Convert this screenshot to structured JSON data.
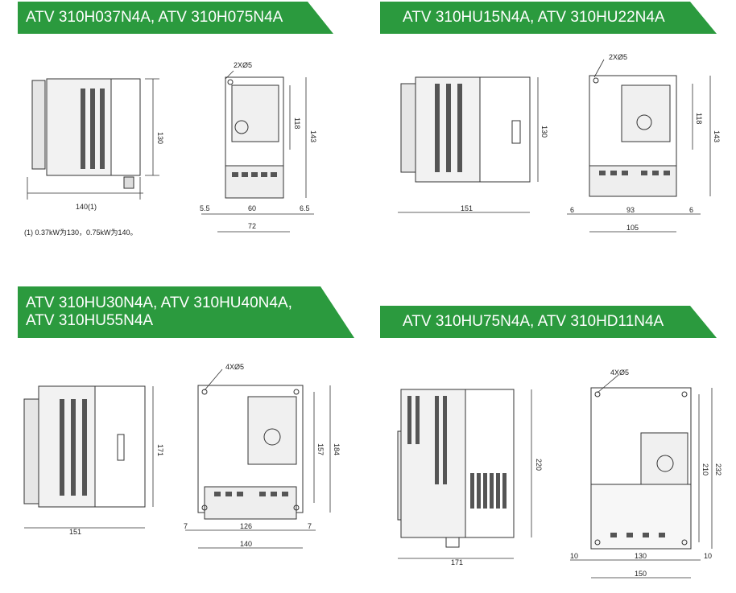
{
  "colors": {
    "banner_green": "#2b9a3e",
    "line": "#333333",
    "grey": "#9a9a9a"
  },
  "sections": [
    {
      "title": "ATV 310H037N4A, ATV 310H075N4A",
      "holes": "2XØ5",
      "side_width": "140(1)",
      "side_height": "130",
      "front_inner_height": "118",
      "front_height": "143",
      "left_margin": "5.5",
      "hole_span": "60",
      "right_margin": "6.5",
      "front_width": "72",
      "footnote": "(1) 0.37kW为130，0.75kW为140。"
    },
    {
      "title": "ATV 310HU15N4A, ATV 310HU22N4A",
      "holes": "2XØ5",
      "side_width": "151",
      "side_height": "130",
      "front_inner_height": "118",
      "front_height": "143",
      "left_margin": "6",
      "hole_span": "93",
      "right_margin": "6",
      "front_width": "105"
    },
    {
      "title_line1": "ATV 310HU30N4A, ATV 310HU40N4A,",
      "title_line2": "ATV 310HU55N4A",
      "holes": "4XØ5",
      "side_width": "151",
      "side_height": "171",
      "front_inner_height": "157",
      "front_height": "184",
      "left_margin": "7",
      "hole_span": "126",
      "right_margin": "7",
      "front_width": "140"
    },
    {
      "title": "ATV 310HU75N4A, ATV 310HD11N4A",
      "holes": "4XØ5",
      "side_width": "171",
      "side_height": "220",
      "front_inner_height": "210",
      "front_height": "232",
      "left_margin": "10",
      "hole_span": "130",
      "right_margin": "10",
      "front_width": "150"
    }
  ]
}
